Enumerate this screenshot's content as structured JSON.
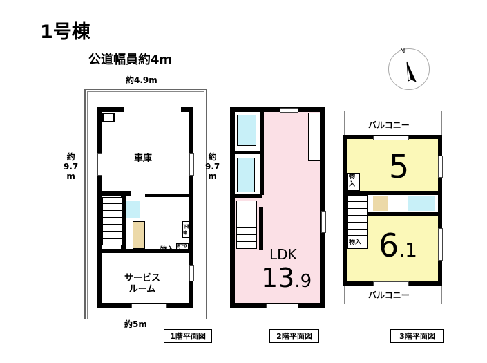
{
  "title": "1号棟",
  "road": "公道幅員約4m",
  "compass": "N",
  "floor1": {
    "label": "1階平面図",
    "width_top": "約4.9m",
    "width_bottom": "約5m",
    "depth_left": [
      "約",
      "9.7",
      "m"
    ],
    "depth_right": [
      "約",
      "9.7",
      "m"
    ],
    "garage": "車庫",
    "service_room": [
      "サービス",
      "ルーム"
    ],
    "storage": "物入",
    "under_floor": "床下収納",
    "shoe_box": "下駄箱"
  },
  "floor2": {
    "label": "2階平面図",
    "room": "LDK",
    "size_main": "13",
    "size_dec": ".9"
  },
  "floor3": {
    "label": "3階平面図",
    "balcony_top": "バルコニー",
    "balcony_bottom": "バルコニー",
    "room1": "5",
    "room2_main": "6",
    "room2_dec": ".1",
    "storage1": "物入",
    "storage2": "物入"
  },
  "colors": {
    "ldk": "#fbe0e6",
    "room": "#fbf8b8",
    "water": "#c8f0f8",
    "stairs": "#ecd9a8"
  }
}
